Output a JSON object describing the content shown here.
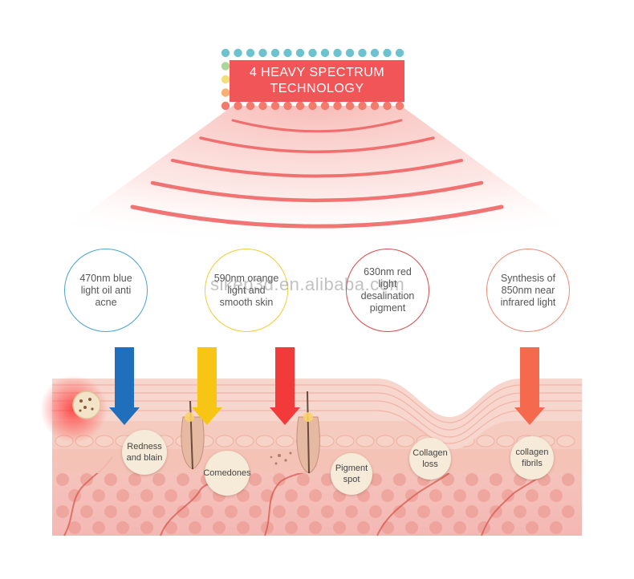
{
  "title": {
    "line1": "4 HEAVY SPECTRUM",
    "line2": "TECHNOLOGY"
  },
  "watermark": "sikep3d.en.alibaba.com",
  "colors": {
    "title_bg": "#f25557",
    "blue": "#1f6fbd",
    "yellow": "#f7c614",
    "red": "#f23a3a",
    "orange": "#f56a4e",
    "circle_blue": "#4aa3cf",
    "circle_yellow": "#f2cc36",
    "circle_red": "#d94a4a",
    "circle_orange": "#f08a72"
  },
  "light_circles": [
    {
      "text": "470nm blue light oil anti acne"
    },
    {
      "text": "590nm orange light and smooth skin"
    },
    {
      "text": "630nm red light desalination pigment"
    },
    {
      "text": "Synthesis of 850nm near infrared light"
    }
  ],
  "skin_labels": [
    {
      "text": "Redness and blain"
    },
    {
      "text": "Comedones"
    },
    {
      "text": "Pigment spot"
    },
    {
      "text": "Collagen loss"
    },
    {
      "text": "collagen fibrils"
    }
  ]
}
